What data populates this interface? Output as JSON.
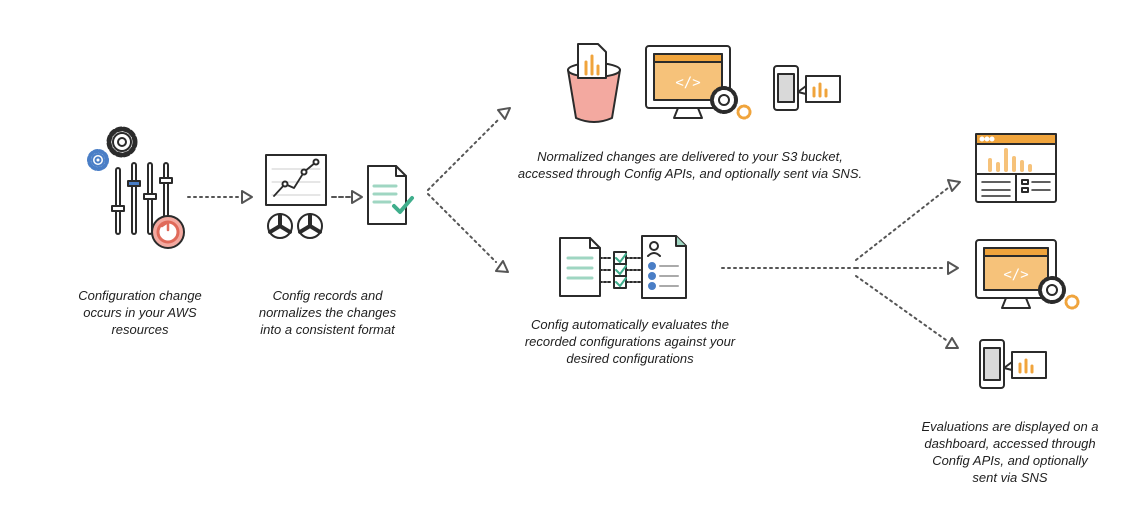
{
  "colors": {
    "stroke": "#2b2b2b",
    "orange": "#f0a43c",
    "orange_light": "#f6c27a",
    "green": "#3fae8c",
    "green_light": "#9fd6c2",
    "blue": "#4a7ec6",
    "red": "#e06a5a",
    "pink": "#f3a9a0",
    "grey": "#d9d9d9",
    "dotted": "#555555"
  },
  "icons": [
    "gear-icon",
    "sliders-icon",
    "refresh-icon",
    "chart-icon",
    "fan-icon",
    "document-check-icon",
    "s3-bucket-icon",
    "monitor-code-icon",
    "mobile-notification-icon",
    "evaluation-checklist-icon",
    "dashboard-icon"
  ],
  "captions": {
    "step1": "Configuration change\noccurs in your AWS\nresources",
    "step2": "Config records and\nnormalizes the changes\ninto a consistent format",
    "step3": "Normalized changes are delivered to your S3 bucket,\naccessed through Config APIs, and optionally sent via SNS.",
    "step4": "Config automatically evaluates the\nrecorded configurations against your\ndesired configurations",
    "step5": "Evaluations are displayed on a\ndashboard, accessed through\nConfig APIs, and optionally\nsent via SNS"
  }
}
